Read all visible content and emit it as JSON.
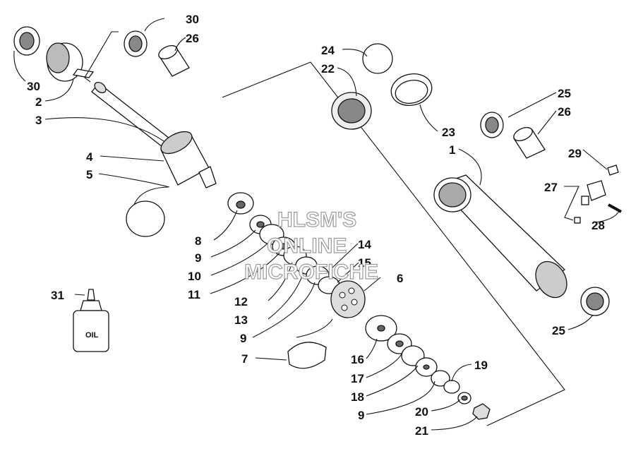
{
  "diagram": {
    "callouts": [
      "30",
      "26",
      "2",
      "3",
      "30",
      "4",
      "5",
      "24",
      "22",
      "23",
      "25",
      "26",
      "1",
      "29",
      "27",
      "28",
      "25",
      "8",
      "9",
      "10",
      "11",
      "14",
      "15",
      "6",
      "12",
      "13",
      "9",
      "31",
      "7",
      "16",
      "17",
      "18",
      "9",
      "19",
      "20",
      "21"
    ],
    "oil_label": "OIL",
    "watermark": [
      "HLSM'S",
      "ONLINE",
      "MICROFICHE"
    ]
  }
}
